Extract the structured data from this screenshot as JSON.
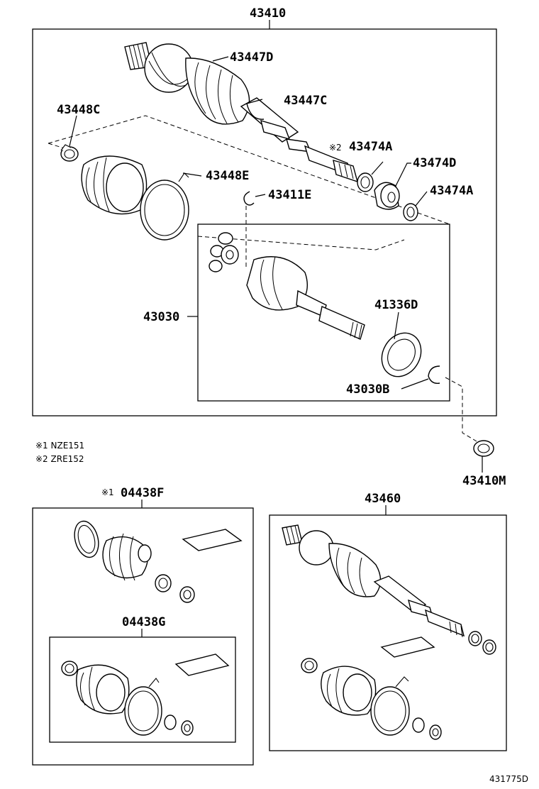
{
  "parts": {
    "p43410": "43410",
    "p43447D": "43447D",
    "p43447C": "43447C",
    "p43448C": "43448C",
    "p43474A_1": "43474A",
    "p43474D": "43474D",
    "p43448E": "43448E",
    "p43411E": "43411E",
    "p43474A_2": "43474A",
    "p43030": "43030",
    "p41336D": "41336D",
    "p43030B": "43030B",
    "p43410M": "43410M",
    "p04438F": "04438F",
    "p04438G": "04438G",
    "p43460": "43460"
  },
  "marks": {
    "m2": "※2",
    "m1": "※1"
  },
  "notes": {
    "n1": "※1 NZE151",
    "n2": "※2 ZRE152"
  },
  "figure_code": "431775D"
}
